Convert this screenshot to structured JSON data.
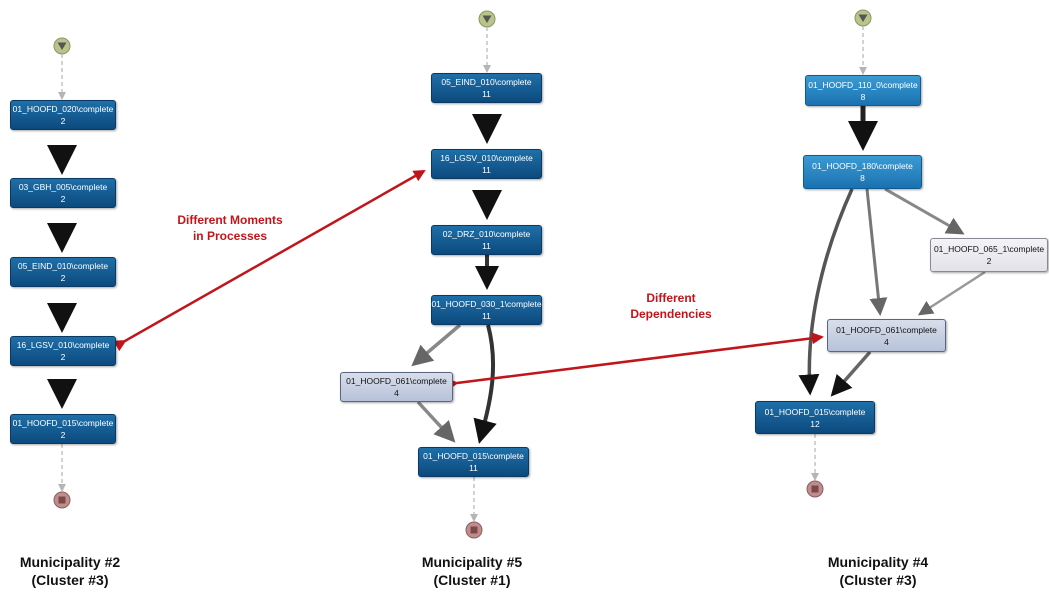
{
  "diagrams": [
    {
      "caption": {
        "line1": "Municipality #2",
        "line2": "(Cluster #3)"
      },
      "nodes": [
        {
          "label": "01_HOOFD_020\\complete",
          "count": "2"
        },
        {
          "label": "03_GBH_005\\complete",
          "count": "2"
        },
        {
          "label": "05_EIND_010\\complete",
          "count": "2"
        },
        {
          "label": "16_LGSV_010\\complete",
          "count": "2"
        },
        {
          "label": "01_HOOFD_015\\complete",
          "count": "2"
        }
      ]
    },
    {
      "caption": {
        "line1": "Municipality #5",
        "line2": "(Cluster #1)"
      },
      "nodes": [
        {
          "label": "05_EIND_010\\complete",
          "count": "11"
        },
        {
          "label": "16_LGSV_010\\complete",
          "count": "11"
        },
        {
          "label": "02_DRZ_010\\complete",
          "count": "11"
        },
        {
          "label": "01_HOOFD_030_1\\complete",
          "count": "11"
        },
        {
          "label": "01_HOOFD_061\\complete",
          "count": "4"
        },
        {
          "label": "01_HOOFD_015\\complete",
          "count": "11"
        }
      ]
    },
    {
      "caption": {
        "line1": "Municipality #4",
        "line2": "(Cluster #3)"
      },
      "nodes": [
        {
          "label": "01_HOOFD_110_0\\complete",
          "count": "8"
        },
        {
          "label": "01_HOOFD_180\\complete",
          "count": "8"
        },
        {
          "label": "01_HOOFD_065_1\\complete",
          "count": "2"
        },
        {
          "label": "01_HOOFD_061\\complete",
          "count": "4"
        },
        {
          "label": "01_HOOFD_015\\complete",
          "count": "12"
        }
      ]
    }
  ],
  "annotations": {
    "moments": {
      "line1": "Different Moments",
      "line2": "in Processes"
    },
    "dependencies": {
      "line1": "Different",
      "line2": "Dependencies"
    }
  },
  "colors": {
    "annotation": "#c0161b",
    "start_marker": "#b7c48a",
    "end_marker": "#c08c8c"
  }
}
